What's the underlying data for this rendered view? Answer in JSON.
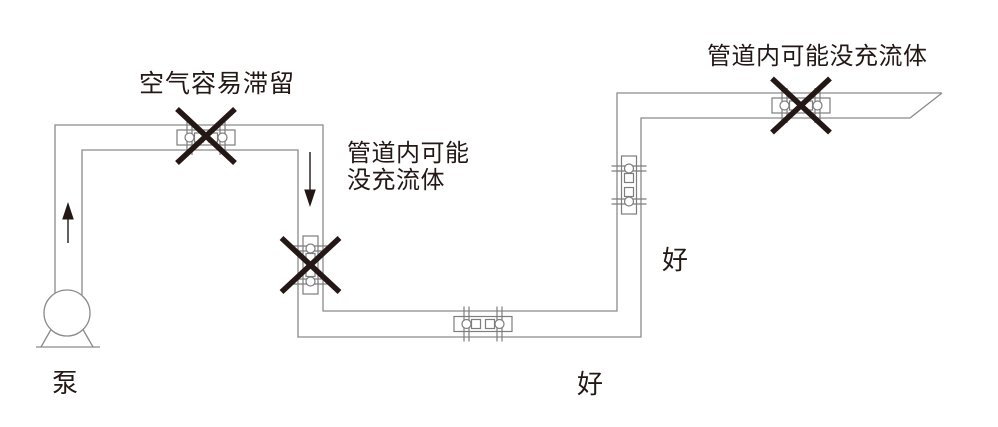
{
  "diagram": {
    "type": "flowmeter-installation-guide",
    "colors": {
      "ink": "#231815",
      "pipe_gray": "#8a8a8a",
      "meter_gray": "#7d7d7d",
      "background": "#ffffff"
    },
    "labels": {
      "air_trap": "空气容易滞留",
      "mid_warning_line1": "管道内可能",
      "mid_warning_line2": "没充流体",
      "top_warning": "管道内可能没充流体",
      "good_lower": "好",
      "good_right": "好",
      "pump": "泵"
    },
    "icons": [
      "pump-symbol",
      "flowmeter-symbol",
      "cross-mark-icon",
      "up-arrow-icon",
      "down-arrow-icon"
    ]
  }
}
